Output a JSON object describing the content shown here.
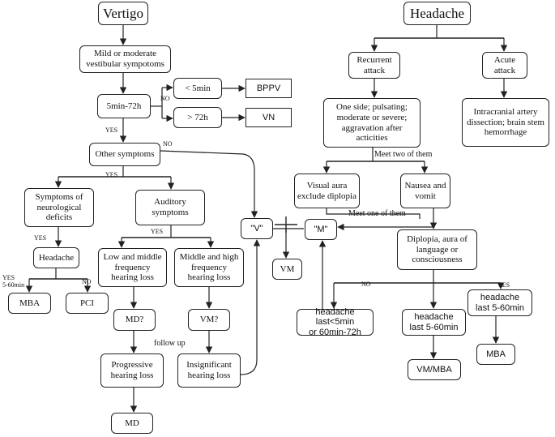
{
  "nodes": {
    "vertigo": "Vertigo",
    "mild": "Mild or moderate\nvestibular sympotoms",
    "t5_72": "5min-72h",
    "lt5": "< 5min",
    "gt72": "> 72h",
    "bppv": "BPPV",
    "vn": "VN",
    "other": "Other symptoms",
    "neuro": "Symptoms of\nneurological\ndeficits",
    "auditory": "Auditory\nsymptoms",
    "headache_l": "Headache",
    "mba_l": "MBA",
    "pci": "PCI",
    "low_mid": "Low and middle\nfrequency\nhearing loss",
    "mid_high": "Middle and high\nfrequency\nhearing loss",
    "md_q": "MD?",
    "vm_q": "VM?",
    "progressive": "Progressive\nhearing loss",
    "insignificant": "Insignificant\nhearing loss",
    "md": "MD",
    "v": "\"V\"",
    "m": "\"M\"",
    "vm": "VM",
    "headache": "Headache",
    "recurrent": "Recurrent\nattack",
    "acute": "Acute\nattack",
    "one_side": "One side;  pulsating;\nmoderate or  severe;\naggravation after\nacticities",
    "intracranial": "Intracranial artery\ndissection; brain stem\nhemorrhage",
    "visual": "Visual aura\nexclude diplopia",
    "nausea": "Nausea and\nvomit",
    "diplopia": "Diplopia, aura of\nlanguage or\nconsciousness",
    "hl_a": "headache last<5min\nor 60min-72h",
    "hl_b": "headache\nlast 5-60min",
    "hl_c": "headache\nlast 5-60min",
    "vm_mba": "VM/MBA",
    "mba_r": "MBA"
  },
  "labels": {
    "no1": "NO",
    "yes1": "YES",
    "no2": "NO",
    "yes2": "YES",
    "yes3": "YES",
    "yes4": "YES",
    "yes5": "YES\n5-60min",
    "no3": "NO",
    "follow_up": "follow up",
    "meet_two": "Meet two of them",
    "meet_one": "Meet one of them",
    "no4": "NO",
    "yes6": "YES"
  },
  "colors": {
    "line": "#222222"
  }
}
